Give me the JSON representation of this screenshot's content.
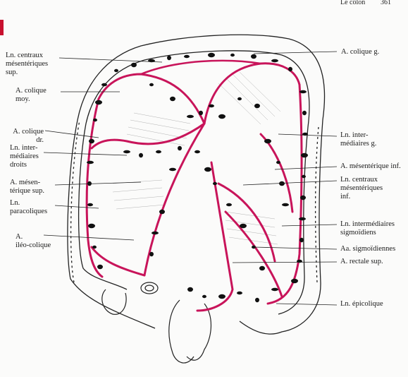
{
  "header": {
    "section": "Le côlon",
    "page": "361"
  },
  "colors": {
    "artery": "#c8145a",
    "node": "#111111",
    "line": "#222222",
    "background": "#fbfbfa",
    "tab": "#c8102e"
  },
  "labels": {
    "ln_centraux_sup": "Ln. centraux\nmésentériques\nsup.",
    "a_colique_moy": "A. colique\nmoy.",
    "a_colique_dr": "A. colique\ndr.",
    "ln_intermediaires_droits": "Ln. inter-\nmédiaires\ndroits",
    "a_mesenterique_sup": "A. mésen-\ntérique sup.",
    "ln_paracoliques": "Ln.\nparacoliques",
    "a_ileo_colique": "A.\niléo-colique",
    "a_colique_g": "A. colique g.",
    "ln_intermediaires_g": "Ln. inter-\nmédiaires g.",
    "a_mesenterique_inf": "A. mésentérique inf.",
    "ln_centraux_inf": "Ln. centraux\nmésentériques\ninf.",
    "ln_intermediaires_sigmoidiens": "Ln. intermédiaires\nsigmoïdiens",
    "aa_sigmoidiennes": "Aa. sigmoïdiennes",
    "a_rectale_sup": "A. rectale sup.",
    "ln_epicolique": "Ln. épicolique"
  }
}
